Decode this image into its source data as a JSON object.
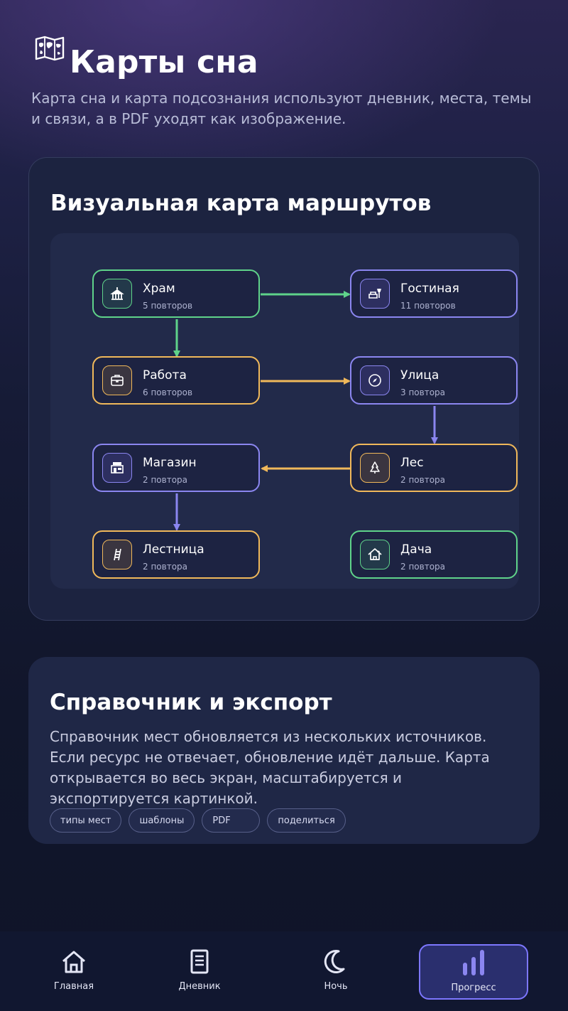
{
  "header": {
    "title": "Карты сна",
    "subtitle": "Карта сна и карта подсознания используют дневник, места, темы и связи, а в PDF уходят как изображение.",
    "icon": "world-map-icon"
  },
  "route_map": {
    "title": "Визуальная карта маршрутов",
    "nodes": [
      {
        "name": "Храм",
        "count": "5 повторов",
        "color": "green",
        "icon": "temple-icon"
      },
      {
        "name": "Гостиная",
        "count": "11 повторов",
        "color": "purple",
        "icon": "living-room-icon"
      },
      {
        "name": "Работа",
        "count": "6 повторов",
        "color": "orange",
        "icon": "briefcase-icon"
      },
      {
        "name": "Улица",
        "count": "3 повтора",
        "color": "purple",
        "icon": "compass-icon"
      },
      {
        "name": "Магазин",
        "count": "2 повтора",
        "color": "purple",
        "icon": "store-icon"
      },
      {
        "name": "Лес",
        "count": "2 повтора",
        "color": "orange",
        "icon": "tree-icon"
      },
      {
        "name": "Лестница",
        "count": "2 повтора",
        "color": "orange",
        "icon": "ladder-icon"
      },
      {
        "name": "Дача",
        "count": "2 повтора",
        "color": "green",
        "icon": "cottage-icon"
      }
    ],
    "colors": {
      "green": "#5fd38a",
      "orange": "#f0b85a",
      "purple": "#8b86f0"
    }
  },
  "reference": {
    "title": "Справочник и экспорт",
    "text": "Справочник мест обновляется из нескольких источников. Если ресурс не отвечает, обновление идёт дальше. Карта открывается во весь экран, масштабируется и экспортируется картинкой.",
    "chips": [
      "типы мест",
      "шаблоны",
      "PDF",
      "поделиться"
    ]
  },
  "bottom_nav": {
    "items": [
      {
        "label": "Главная",
        "icon": "home-icon"
      },
      {
        "label": "Дневник",
        "icon": "journal-icon"
      },
      {
        "label": "Ночь",
        "icon": "moon-icon"
      },
      {
        "label": "Прогресс",
        "icon": "bar-chart-icon",
        "active": true
      }
    ]
  }
}
